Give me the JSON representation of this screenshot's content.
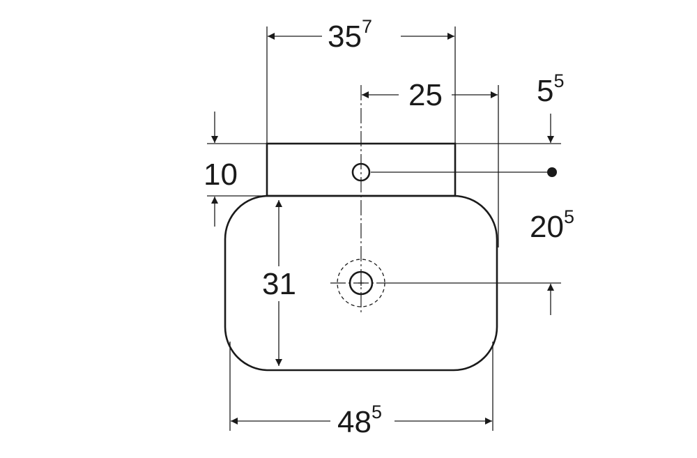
{
  "dimensions": {
    "overall_width": {
      "main": "48",
      "sup": "5"
    },
    "top_ledge_width": {
      "main": "35",
      "sup": "7"
    },
    "tap_to_edge": {
      "main": "25",
      "sup": ""
    },
    "ledge_offset": {
      "main": "5",
      "sup": "5"
    },
    "ledge_depth": {
      "main": "10",
      "sup": ""
    },
    "bowl_depth": {
      "main": "31",
      "sup": ""
    },
    "tap_to_drain": {
      "main": "20",
      "sup": "5"
    }
  },
  "colors": {
    "line": "#1a1a1a",
    "background": "#ffffff"
  }
}
